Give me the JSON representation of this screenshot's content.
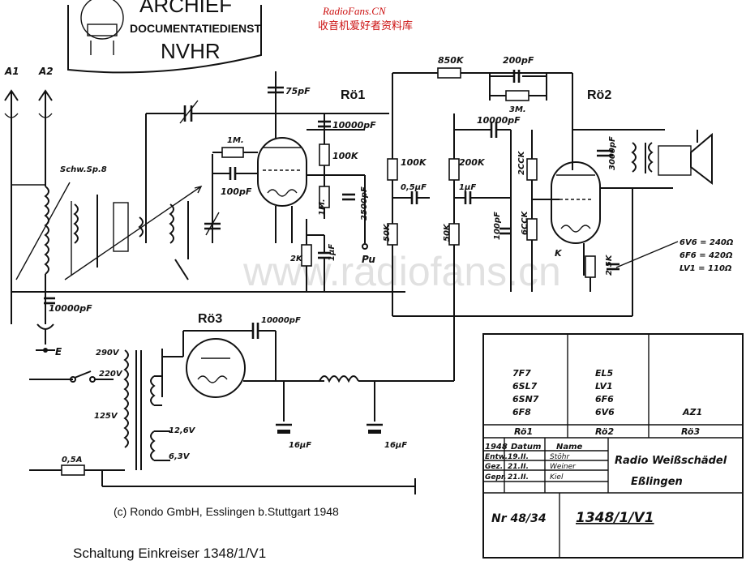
{
  "stamp": {
    "line1": "ARCHIEF",
    "line2": "DOCUMENTATIEDIENST",
    "line3": "NVHR"
  },
  "site_header": {
    "url": "RadioFans.CN",
    "chinese": "收音机爱好者资料库"
  },
  "watermark": "www.radiofans.cn",
  "antenna": {
    "a1": "A1",
    "a2": "A2",
    "earth": "E"
  },
  "tubes": {
    "ro1": "Rö1",
    "ro2": "Rö2",
    "ro3": "Rö3"
  },
  "components": {
    "c_75pf": "75pF",
    "c_10000pf_grid": "10000pF",
    "c_10000pf_coupling": "10000pF",
    "r_850k": "850K",
    "c_200pf": "200pF",
    "r_3m": "3M.",
    "r_1m": "1M.",
    "c_100pf": "100pF",
    "r_100k_a": "100K",
    "r_100k_b": "100K",
    "r_200k": "200K",
    "r_2ccx_top": "2CCK",
    "c_3000pf": "3000pF",
    "coil_label": "Schw.Sp.8",
    "c_05uf": "0,5µF",
    "c_1uf_a": "1µF",
    "c_1uf_b": "1µF",
    "r_1m_b": "1M.",
    "c_2500pf": "2500pF",
    "r_50k_a": "50K",
    "r_50k_b": "50K",
    "c_100pf_b": "100pF",
    "r_600k": "6CCK",
    "r_2k": "2K",
    "pu": "Pu",
    "c_10000pf_ant": "10000pF",
    "c_10000pf_ro3": "10000pF",
    "c_16uf_a": "16µF",
    "c_16uf_b": "16µF",
    "r_25k": "2,5K",
    "fuse": "0,5A",
    "tap_290": "290V",
    "tap_220": "220V",
    "tap_125": "125V",
    "tap_126": "12,6V",
    "tap_63": "6,3V",
    "k_mark": "K"
  },
  "cathode_note": [
    "6V6 = 240Ω",
    "6F6 = 420Ω",
    "LV1 = 110Ω"
  ],
  "tube_table": {
    "col1": [
      "7F7",
      "6SL7",
      "6SN7",
      "6F8"
    ],
    "col2": [
      "EL5",
      "LV1",
      "6F6",
      "6V6"
    ],
    "col3": [
      "AZ1"
    ],
    "headers": [
      "Rö1",
      "Rö2",
      "Rö3"
    ]
  },
  "title_block": {
    "year": "1948",
    "col_date": "Datum",
    "col_name": "Name",
    "row1": "Entw.",
    "row1_date": "19.II.",
    "row1_name": "Stöhr",
    "row2": "Gez.",
    "row2_date": "21.II.",
    "row2_name": "Weiner",
    "row3": "Gepr.",
    "row3_date": "21.II.",
    "row3_name": "Kiel",
    "company_line1": "Radio Weißschädel",
    "company_line2": "Eßlingen",
    "number_left": "Nr 48/34",
    "number_right": "1348/1/V1"
  },
  "copyright": "(c) Rondo GmbH, Esslingen b.Stuttgart 1948",
  "caption": "Schaltung Einkreiser 1348/1/V1"
}
